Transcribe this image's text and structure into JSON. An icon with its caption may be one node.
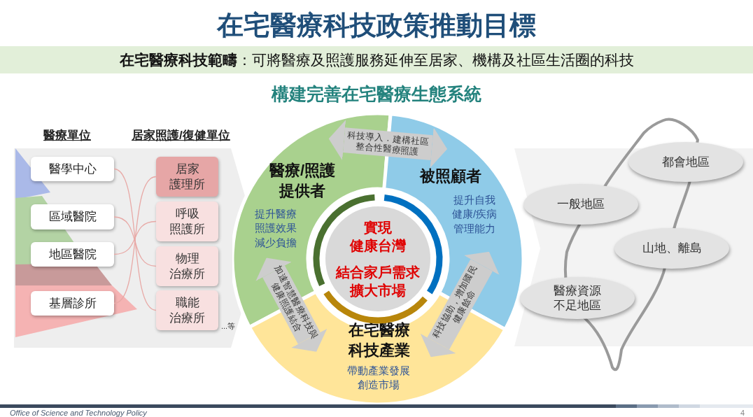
{
  "diagram": {
    "title": "在宅醫療科技政策推動目標",
    "nodes": [
      {
        "text": [
          "醫學中心"
        ]
      },
      {
        "text": [
          "區域醫院"
        ]
      },
      {
        "text": [
          "地區醫院"
        ]
      },
      {
        "text": [
          "基層診所"
        ]
      },
      {
        "text": [
          "居家護理所"
        ]
      },
      {
        "text": [
          "呼吸照護所"
        ]
      },
      {
        "text": [
          "物理治療所"
        ]
      },
      {
        "text": [
          "職能治療所"
        ],
        "beside": [
          "...等"
        ]
      },
      {
        "text": [
          "醫療/照護提供者",
          "提升醫療照護效果減少負擔"
        ]
      },
      {
        "text": [
          "被照顧者",
          "提升自我健康/疾病管理能力"
        ]
      },
      {
        "text": [
          "在宅醫療科技產業",
          "帶動產業發展創造市場"
        ]
      },
      {
        "text": [
          "實現健康台灣",
          "結合家戶需求擴大市場"
        ]
      },
      {
        "text": [
          "都會地區"
        ]
      },
      {
        "text": [
          "一般地區"
        ]
      },
      {
        "text": [
          "山地、離島"
        ]
      },
      {
        "text": [
          "醫療資源不足地區"
        ]
      }
    ],
    "edges": [
      {
        "from": 0,
        "to": 7,
        "arrow": "none"
      },
      {
        "from": 1,
        "to": 6,
        "arrow": "none"
      },
      {
        "from": 2,
        "to": 5,
        "arrow": "none"
      },
      {
        "from": 3,
        "to": 4,
        "arrow": "none"
      },
      {
        "from": 8,
        "to": 9,
        "arrow": "both",
        "label": "科技導入．建構社區整合性醫療照護",
        "style": "thick"
      },
      {
        "from": 8,
        "to": 10,
        "arrow": "both",
        "label": "加速智慧醫療科技與健康照護結合",
        "style": "thick"
      },
      {
        "from": 9,
        "to": 10,
        "arrow": "both",
        "label": "科技協助，增加國民健康餘命",
        "style": "thick"
      }
    ],
    "labels": [
      "**在宅醫療科技範疇**：可將醫療及照護服務延伸至居家、機構及社區生活圈的科技",
      "構建完善在宅醫療生態系統",
      "醫療單位",
      "居家照護/復健單位",
      "Office of Science and Technology Policy",
      "4"
    ]
  }
}
